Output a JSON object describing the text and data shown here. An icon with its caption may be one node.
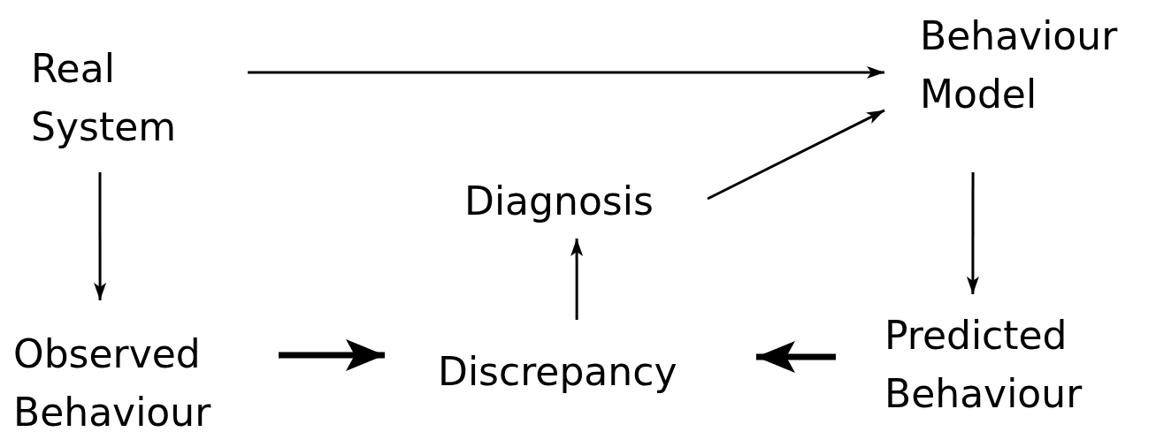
{
  "diagram": {
    "nodes": [
      {
        "text": [
          "Real System"
        ]
      },
      {
        "text": [
          "Behaviour Model"
        ]
      },
      {
        "text": [
          "Diagnosis"
        ]
      },
      {
        "text": [
          "Observed Behaviour"
        ]
      },
      {
        "text": [
          "Discrepancy"
        ]
      },
      {
        "text": [
          "Predicted Behaviour"
        ]
      }
    ],
    "edges": [
      {
        "from": 0,
        "to": 1,
        "arrow": "to"
      },
      {
        "from": 0,
        "to": 3,
        "arrow": "to"
      },
      {
        "from": 2,
        "to": 1,
        "arrow": "to"
      },
      {
        "from": 1,
        "to": 5,
        "arrow": "to"
      },
      {
        "from": 3,
        "to": 4,
        "arrow": "to",
        "style": "thick"
      },
      {
        "from": 5,
        "to": 4,
        "arrow": "to",
        "style": "thick"
      },
      {
        "from": 4,
        "to": 2,
        "arrow": "to"
      }
    ]
  }
}
